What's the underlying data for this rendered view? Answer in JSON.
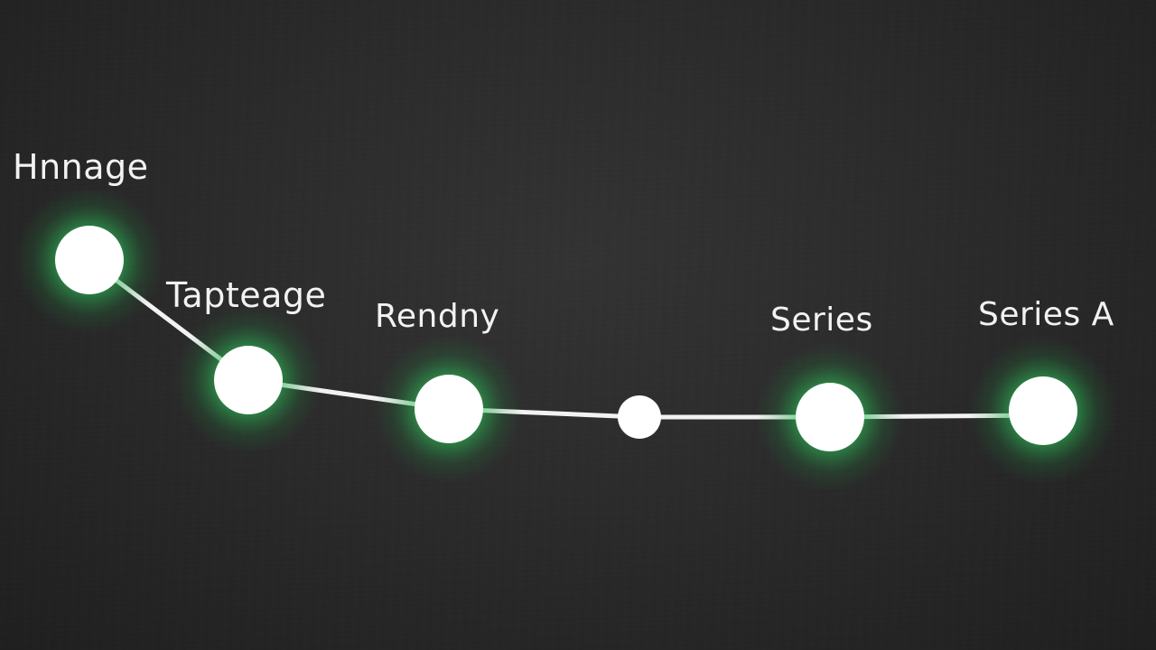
{
  "diagram": {
    "colors": {
      "background": "#2a2a2a",
      "node_fill": "#ffffff",
      "glow": "#3ddc6a",
      "connector": "#f2f2f2",
      "text": "#f2f2f2"
    },
    "nodes": [
      {
        "id": "n1",
        "label": "Hnnage",
        "glow": true
      },
      {
        "id": "n2",
        "label": "Taptеage",
        "glow": true
      },
      {
        "id": "n3",
        "label": "Rendny",
        "glow": true
      },
      {
        "id": "n4",
        "label": "",
        "glow": false
      },
      {
        "id": "n5",
        "label": "Series",
        "glow": true
      },
      {
        "id": "n6",
        "label": "Series A",
        "glow": true
      }
    ]
  }
}
